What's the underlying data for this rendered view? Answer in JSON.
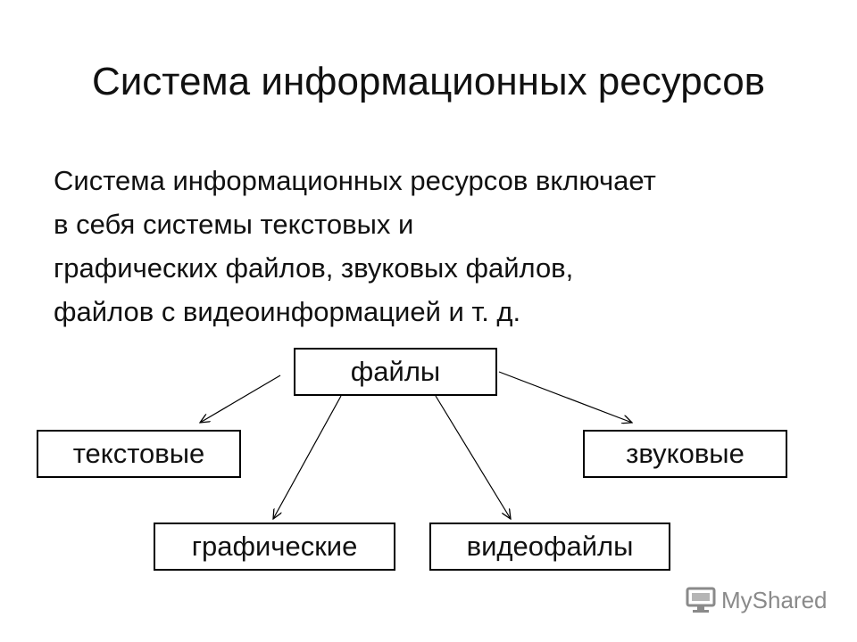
{
  "slide": {
    "title": "Система информационных ресурсов",
    "body_lines": [
      "Система информационных ресурсов включает",
      "в себя системы текстовых и",
      "графических файлов, звуковых файлов,",
      "файлов с видеоинформацией и т. д."
    ]
  },
  "diagram": {
    "root": "файлы",
    "children": {
      "text": "текстовые",
      "audio": "звуковые",
      "graphic": "графические",
      "video": "видеофайлы"
    },
    "line_color": "#000000"
  },
  "watermark": {
    "text": "MyShared",
    "icon": "monitor-icon"
  }
}
